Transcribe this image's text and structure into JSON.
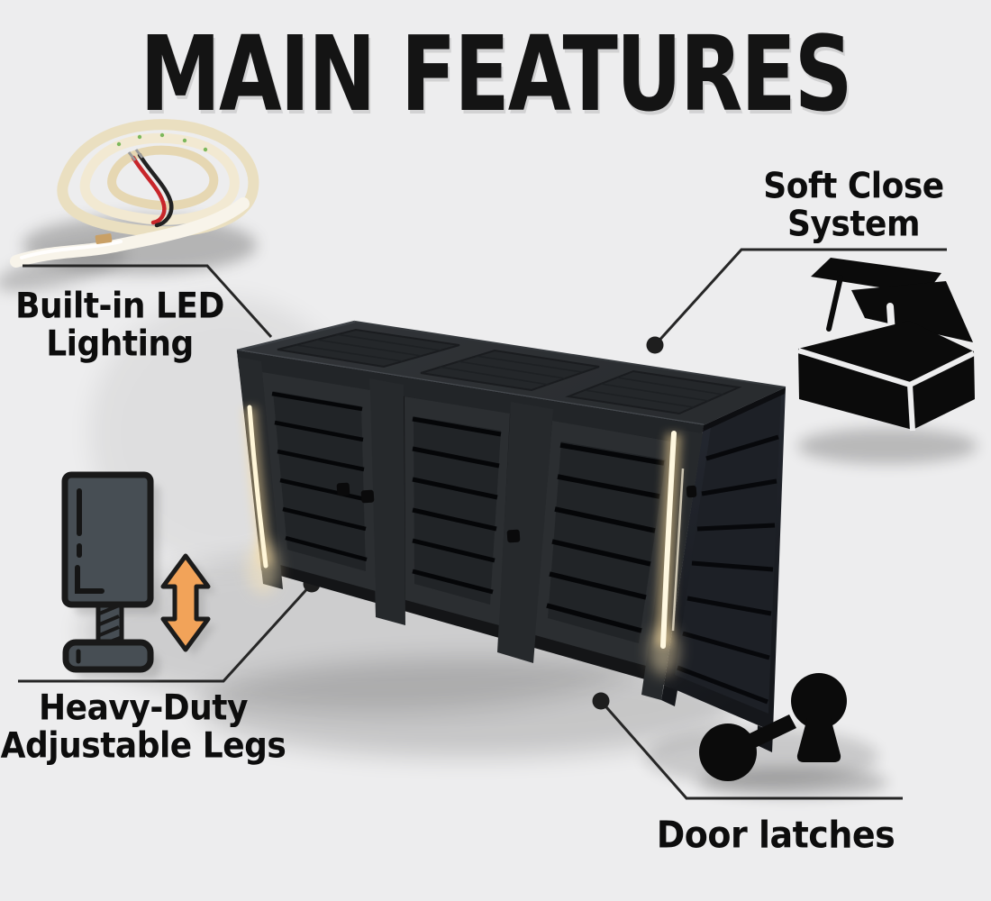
{
  "title": {
    "text": "MAIN FEATURES"
  },
  "features": {
    "led": {
      "line1": "Built-in LED",
      "line2": "Lighting",
      "icon": "led-strip-photo"
    },
    "soft_close": {
      "line1": "Soft Close",
      "line2": "System",
      "icon": "open-lid-box-icon"
    },
    "legs": {
      "line1": "Heavy-Duty",
      "line2": "Adjustable Legs",
      "icon": "adjustable-leg-icon"
    },
    "latches": {
      "line1": "Door latches",
      "icon": "knob-and-keyhole-icon"
    }
  },
  "colors": {
    "background": "#ededee",
    "text": "#0d0d0d",
    "connector_line": "#262626",
    "unit_body_dark": "#232527",
    "led_warm_white": "#fff3d2",
    "arrow_orange": "#f2a359"
  }
}
